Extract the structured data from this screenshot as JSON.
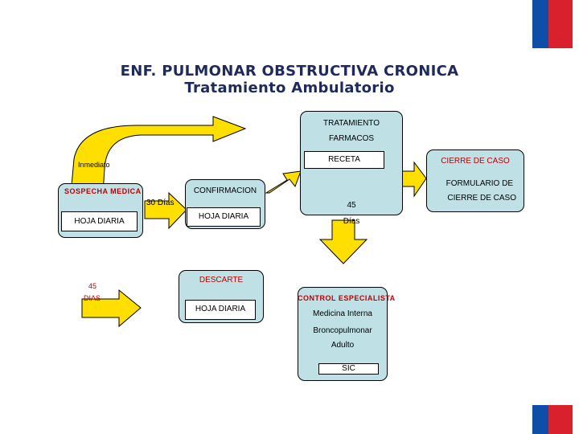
{
  "header": {
    "title_line1": "ENF. PULMONAR OBSTRUCTIVA CRONICA",
    "title_line2": "Tratamiento Ambulatorio"
  },
  "flag": {
    "colors": {
      "blue": "#0f4ea8",
      "red": "#d8212c",
      "white": "#ffffff"
    }
  },
  "diagram": {
    "tratamiento": {
      "title": "TRATAMIENTO",
      "farmacos": "FARMACOS",
      "receta": "RECETA",
      "days_num": "45",
      "days_unit": "Días"
    },
    "inmediato": "Inmediato",
    "sospecha": {
      "title": "SOSPECHA MEDICA",
      "hoja": "HOJA DIARIA"
    },
    "confirmacion": {
      "arrow_label": "30 Días",
      "title": "CONFIRMACION",
      "hoja": "HOJA DIARIA"
    },
    "cierre": {
      "title": "CIERRE DE CASO",
      "form_line1": "FORMULARIO DE",
      "form_line2": "CIERRE DE CASO"
    },
    "descarte": {
      "arrow_num": "45",
      "arrow_unit": "DIAS",
      "title": "DESCARTE",
      "hoja": "HOJA DIARIA"
    },
    "control": {
      "title": "CONTROL ESPECIALISTA",
      "line1": "Medicina Interna",
      "line2": "Broncopulmonar",
      "line3": "Adulto",
      "sic": "SIC"
    }
  }
}
